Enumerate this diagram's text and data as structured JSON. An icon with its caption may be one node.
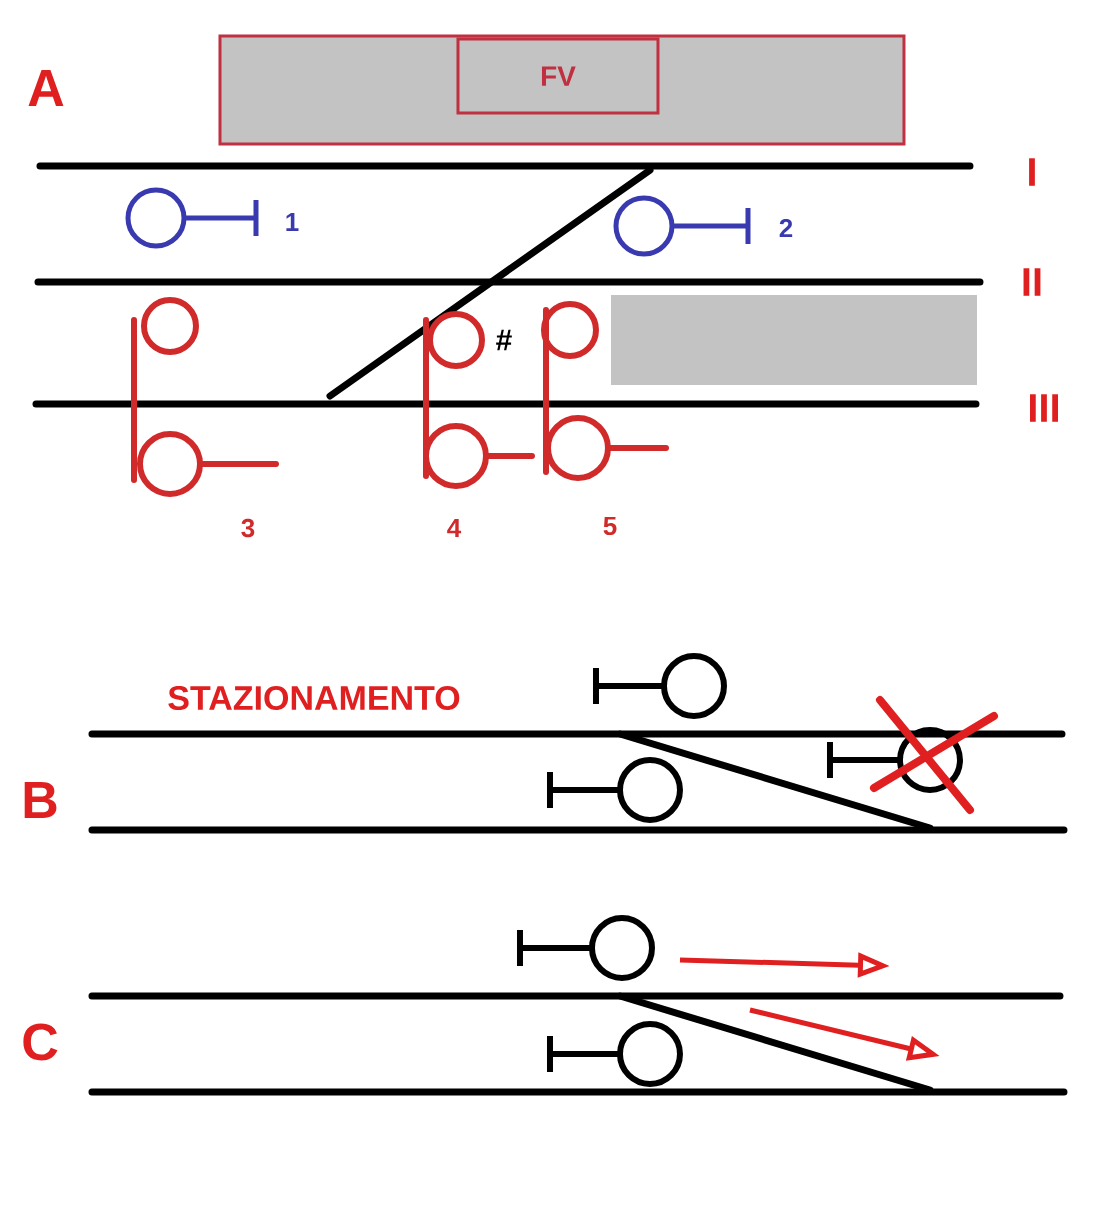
{
  "diagram": {
    "nodes": [
      {
        "text": [],
        "shape": "box"
      },
      {
        "text": [
          "FV"
        ],
        "in": 0
      },
      {
        "text": [],
        "shape": "box"
      }
    ],
    "labels": [
      "A",
      "I",
      "1",
      "2",
      "II",
      "#",
      "III",
      "3",
      "4",
      "5",
      "STAZIONAMENTO",
      "B",
      "C"
    ]
  }
}
